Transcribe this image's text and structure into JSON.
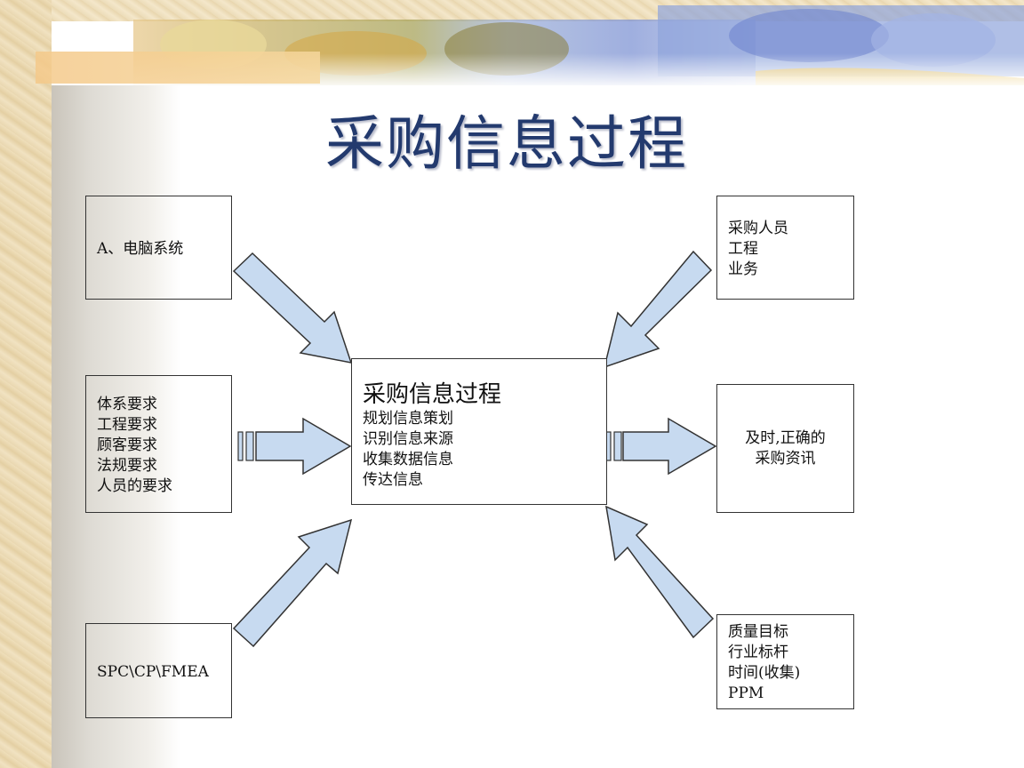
{
  "title": "采购信息过程",
  "center": {
    "title": "采购信息过程",
    "lines": [
      "规划信息策划",
      "识别信息来源",
      "收集数据信息",
      "传达信息"
    ]
  },
  "inputs": {
    "top_left": {
      "lines": [
        "A、电脑系统"
      ]
    },
    "mid_left": {
      "lines": [
        "体系要求",
        "工程要求",
        "顾客要求",
        "法规要求",
        "人员的要求"
      ]
    },
    "bottom_left": {
      "lines": [
        "SPC\\CP\\FMEA"
      ]
    },
    "top_right": {
      "lines": [
        "采购人员",
        "工程",
        "业务"
      ]
    },
    "bottom_right": {
      "lines": [
        "质量目标",
        "行业标杆",
        "时间(收集)",
        "PPM"
      ]
    }
  },
  "output": {
    "lines": [
      "及时,正确的",
      "采购资讯"
    ]
  },
  "colors": {
    "title": "#233a6e",
    "arrow_fill": "#c7daf0",
    "arrow_stroke": "#333333"
  }
}
